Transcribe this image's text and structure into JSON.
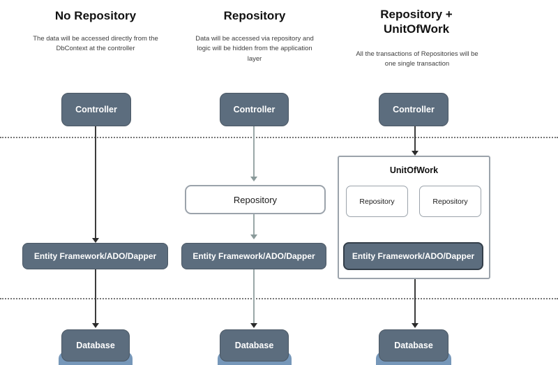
{
  "diagram": {
    "columns": [
      {
        "title": "No Repository",
        "description": "The data will be accessed directly from the DbContext at the controller",
        "controller_label": "Controller",
        "data_access_label": "Entity Framework/ADO/Dapper",
        "database_label": "Database"
      },
      {
        "title": "Repository",
        "description": "Data will be accessed via repository and logic will be hidden from the application layer",
        "controller_label": "Controller",
        "repository_label": "Repository",
        "data_access_label": "Entity Framework/ADO/Dapper",
        "database_label": "Database"
      },
      {
        "title": "Repository + UnitOfWork",
        "description": "All the transactions of Repositories will be one single transaction",
        "controller_label": "Controller",
        "unit_of_work_label": "UnitOfWork",
        "repository_left_label": "Repository",
        "repository_right_label": "Repository",
        "data_access_label": "Entity Framework/ADO/Dapper",
        "database_label": "Database"
      }
    ],
    "colors": {
      "node_fill": "#5c6d7e",
      "node_border": "#4a5764",
      "node_text": "#ffffff",
      "light_box_border": "#9ba3ab",
      "data_access_emphasis_border": "#333e49",
      "database_shadow_fill": "#7697b9",
      "arrow_dark": "#3c3c3c",
      "arrow_light": "#9aa8a8",
      "divider_dots": "#757575",
      "title_text": "#111111",
      "description_text": "#3d3d3d",
      "background": "#ffffff"
    }
  }
}
